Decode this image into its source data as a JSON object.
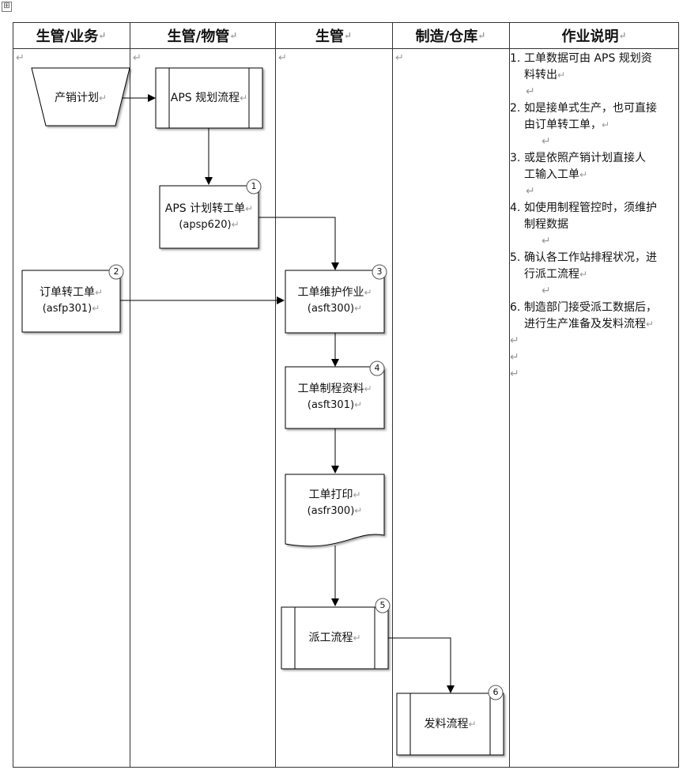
{
  "headers": [
    "生管/业务",
    "生管/物管",
    "生管",
    "制造/仓库",
    "作业说明"
  ],
  "return_mark": "↵",
  "anchor_icon": "⊞",
  "nodes": {
    "plan": {
      "title": "产销计划",
      "code": ""
    },
    "aps": {
      "title": "APS 规划流程",
      "code": ""
    },
    "aps_to_wo": {
      "title": "APS 计划转工单",
      "code": "(apsp620)",
      "badge": "1"
    },
    "order_to_wo": {
      "title": "订单转工单",
      "code": "(asfp301)",
      "badge": "2"
    },
    "wo_maint": {
      "title": "工单维护作业",
      "code": "(asft300)",
      "badge": "3"
    },
    "wo_route": {
      "title": "工单制程资料",
      "code": "(asft301)",
      "badge": "4"
    },
    "wo_print": {
      "title": "工单打印",
      "code": "(asfr300)"
    },
    "dispatch": {
      "title": "派工流程",
      "code": "",
      "badge": "5"
    },
    "issue": {
      "title": "发料流程",
      "code": "",
      "badge": "6"
    }
  },
  "notes": [
    {
      "num": "1.",
      "lines": [
        "工单数据可由 APS 规划资",
        "料转出"
      ]
    },
    {
      "num": "2.",
      "lines": [
        "如是接单式生产，也可直接",
        "由订单转工单，"
      ]
    },
    {
      "num": "3.",
      "lines": [
        "或是依照产销计划直接人",
        "工输入工单"
      ]
    },
    {
      "num": "4.",
      "lines": [
        "如使用制程管控时，须维护",
        "制程数据"
      ]
    },
    {
      "num": "5.",
      "lines": [
        "确认各工作站排程状况，进",
        "行派工流程"
      ]
    },
    {
      "num": "6.",
      "lines": [
        "制造部门接受派工数据后，",
        "进行生产准备及发料流程"
      ]
    }
  ]
}
